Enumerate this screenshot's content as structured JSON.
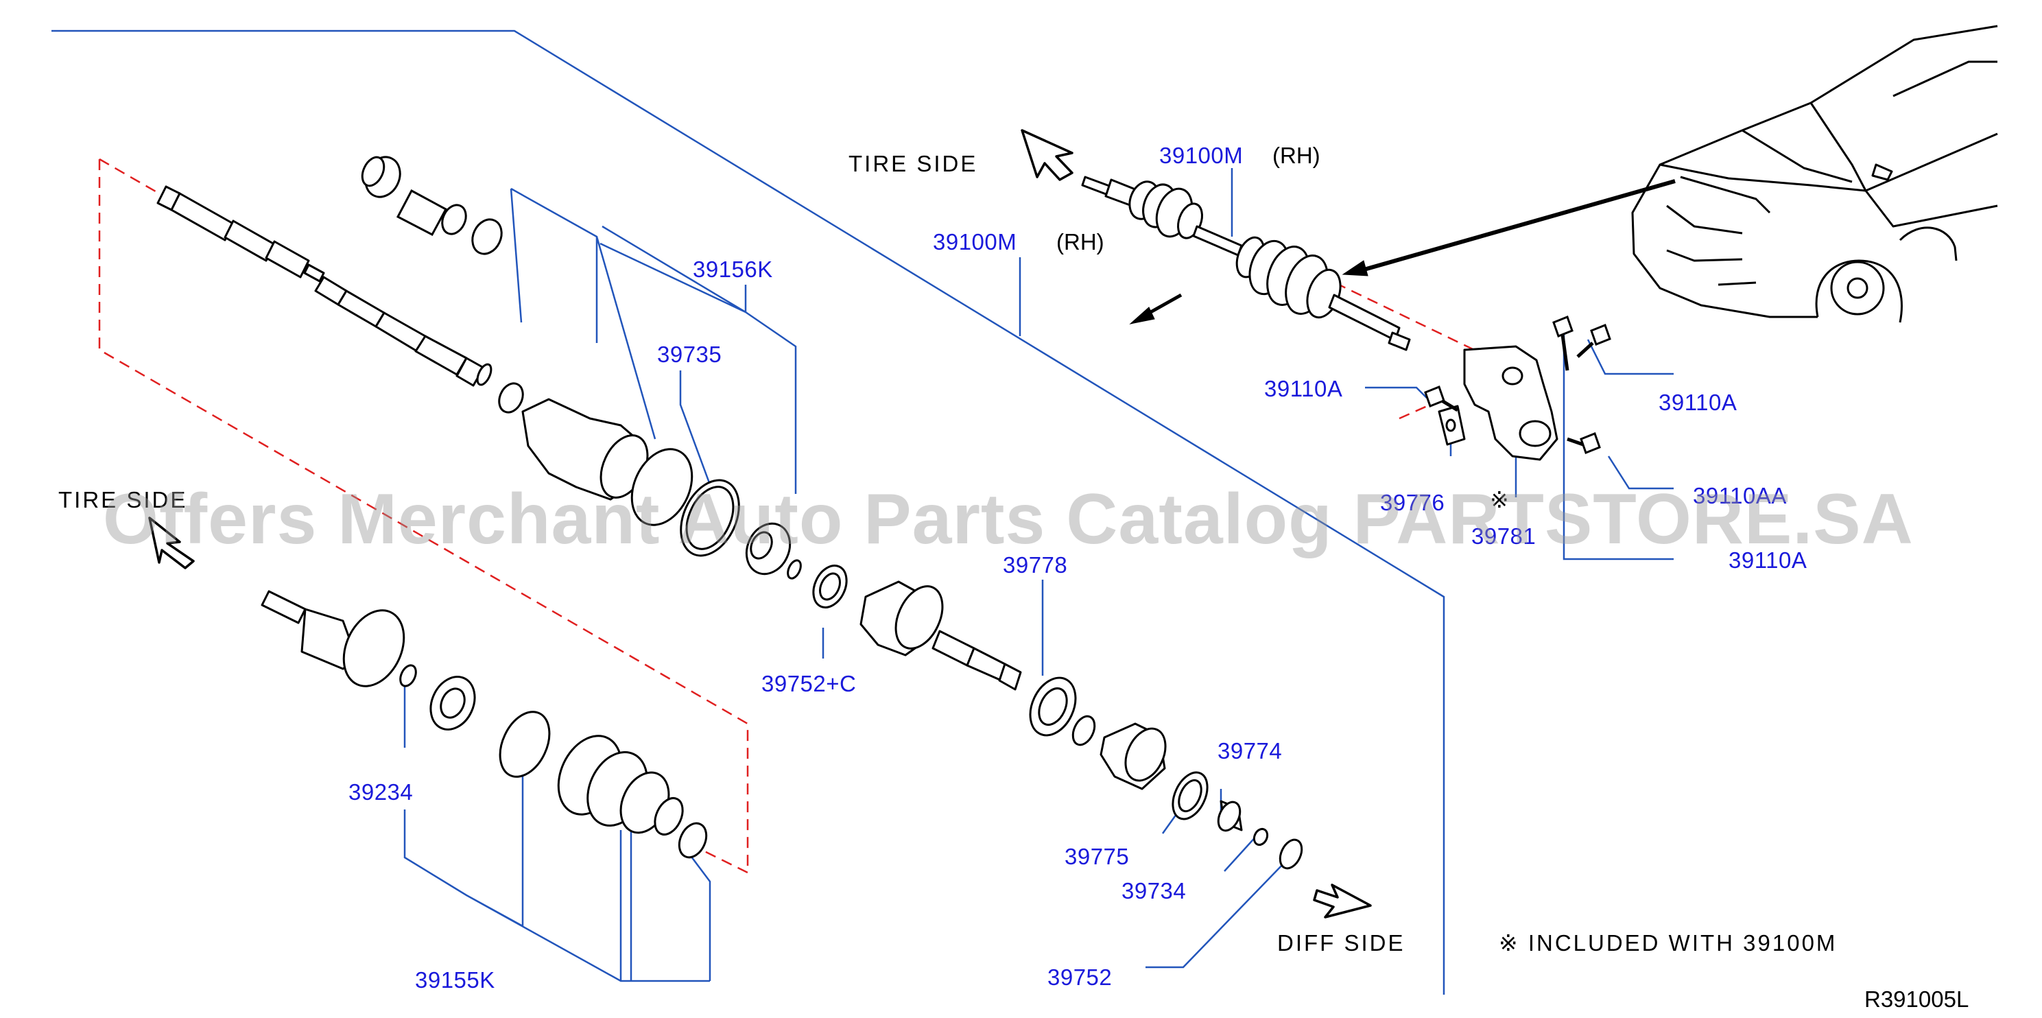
{
  "colors": {
    "leader": "#2255bb",
    "label": "#1a1adb",
    "part": "#000000",
    "dash": "#e02020",
    "watermark": "#969696"
  },
  "labels": {
    "p39100M_a": "39100M",
    "rh_a": "(RH)",
    "p39100M_b": "39100M",
    "rh_b": "(RH)",
    "p39156K": "39156K",
    "p39735": "39735",
    "p39110A_1": "39110A",
    "p39110A_2": "39110A",
    "p39110A_3": "39110A",
    "p39110AA": "39110AA",
    "p39776": "39776",
    "p39781": "39781",
    "p39778": "39778",
    "p39752C": "39752+C",
    "p39774": "39774",
    "p39775": "39775",
    "p39734": "39734",
    "p39752": "39752",
    "p39234": "39234",
    "p39155K": "39155K"
  },
  "text": {
    "tire_side_top": "TIRE  SIDE",
    "tire_side_left": "TIRE  SIDE",
    "diff_side": "DIFF  SIDE",
    "note_symbol": "※",
    "note": "※  INCLUDED  WITH  39100M",
    "ref_code": "R391005L",
    "watermark": "Offers Merchant Auto Parts Catalog PARTSTORE.SA"
  },
  "icons": [
    "direction-arrow-icon",
    "sedan-car-icon",
    "axle-shaft-icon",
    "bracket-icon",
    "bolt-icon"
  ]
}
